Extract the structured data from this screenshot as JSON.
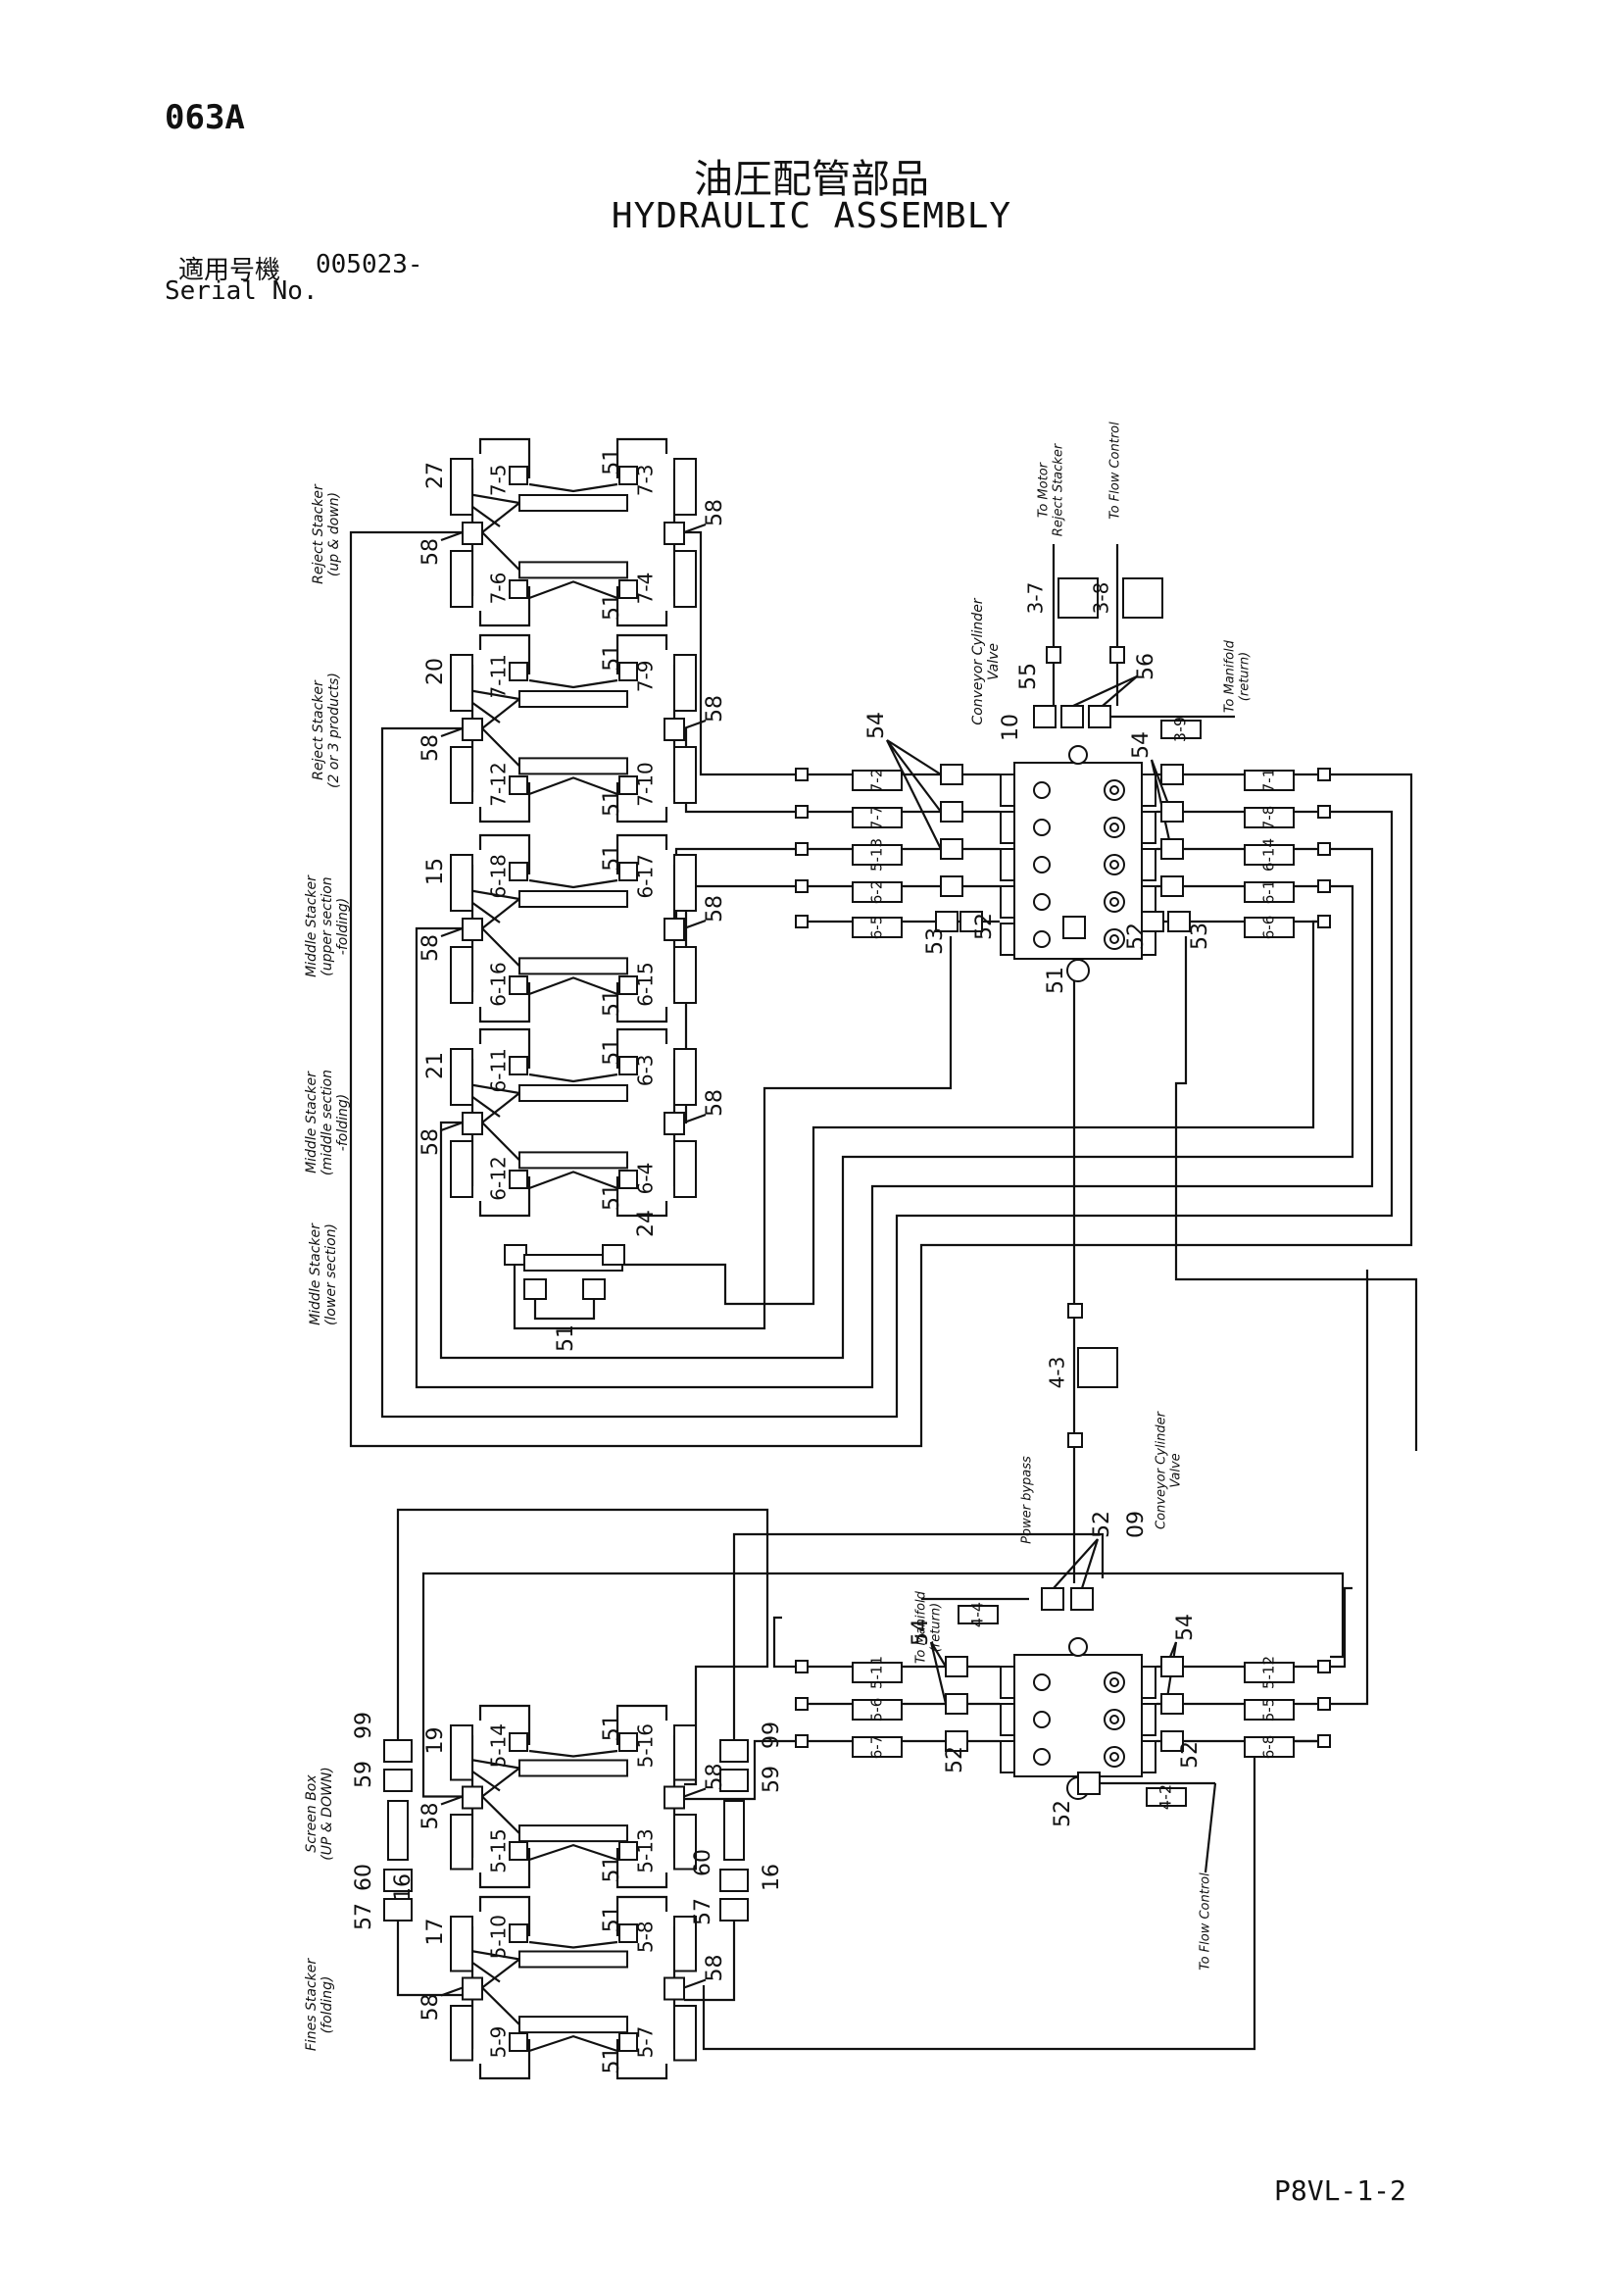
{
  "header": {
    "page_code": "063A",
    "title_ja": "油圧配管部品",
    "title_en": "HYDRAULIC ASSEMBLY",
    "serial_label_ja": "適用号機",
    "serial_value": "005023-",
    "serial_label_en": "Serial No."
  },
  "footer": {
    "drawing_code": "P8VL-1-2"
  },
  "diagram": {
    "group_labels": {
      "reject_updown": [
        "Reject Stacker",
        "(up & down)"
      ],
      "reject_products": [
        "Reject Stacker",
        "(2 or 3 products)"
      ],
      "middle_upper": [
        "Middle Stacker",
        "(upper section",
        "-folding)"
      ],
      "middle_middle": [
        "Middle Stacker",
        "(middle section",
        "-folding)"
      ],
      "middle_lower": [
        "Middle Stacker",
        "(lower section)"
      ],
      "screen_box": [
        "Screen Box",
        "(UP & DOWN)"
      ],
      "fines": [
        "Fines Stacker",
        "(folding)"
      ],
      "to_motor": [
        "To Motor",
        "Reject Stacker"
      ],
      "to_flow_top": [
        "To Flow Control"
      ],
      "conveyor_top": [
        "Conveyor Cylinder",
        "Valve"
      ],
      "to_manifold_top": [
        "To Manifold",
        "(return)"
      ],
      "power_bypass": [
        "Power bypass"
      ],
      "conveyor_bottom": [
        "Conveyor Cylinder",
        "Valve"
      ],
      "to_manifold_bottom": [
        "To Manifold",
        "(return)"
      ],
      "to_flow_bottom": [
        "To Flow Control"
      ]
    },
    "cyl_labels": {
      "c1": [
        "7-5",
        "7-3",
        "7-6",
        "7-4"
      ],
      "c2": [
        "7-11",
        "7-9",
        "7-12",
        "7-10"
      ],
      "c3": [
        "6-18",
        "6-17",
        "6-16",
        "6-15"
      ],
      "c4": [
        "6-11",
        "6-3",
        "6-12",
        "6-4"
      ],
      "c6": [
        "5-14",
        "5-16",
        "5-15",
        "5-13"
      ],
      "c7": [
        "5-10",
        "5-8",
        "5-9",
        "5-7"
      ]
    },
    "callouts": {
      "n51": "51",
      "n58": "58",
      "n27": "27",
      "n20": "20",
      "n15": "15",
      "n21": "21",
      "n24": "24",
      "n54": "54",
      "n53": "53",
      "n52": "52",
      "n10": "10",
      "n55": "55",
      "n56": "56",
      "n09": "09",
      "n19": "19",
      "n17": "17",
      "n16": "16",
      "n57": "57",
      "n59": "59",
      "n60": "60",
      "n99": "99"
    },
    "hose_tags": {
      "t7_2": "7-2",
      "t7_7": "7-7",
      "t5_13": "5-13",
      "t6_2": "6-2",
      "t6_5": "6-5",
      "t7_1": "7-1",
      "t7_8": "7-8",
      "t6_14": "6-14",
      "t6_1": "6-1",
      "t6_6": "6-6",
      "t3_7": "3-7",
      "t3_8": "3-8",
      "t3_9": "3-9",
      "t4_3": "4-3",
      "t4_4": "4-4",
      "t4_2": "4-2",
      "t5_11": "5-11",
      "t5_6": "5-6",
      "t6_7": "6-7",
      "t5_12": "5-12",
      "t5_5": "5-5",
      "t6_8": "6-8"
    }
  }
}
